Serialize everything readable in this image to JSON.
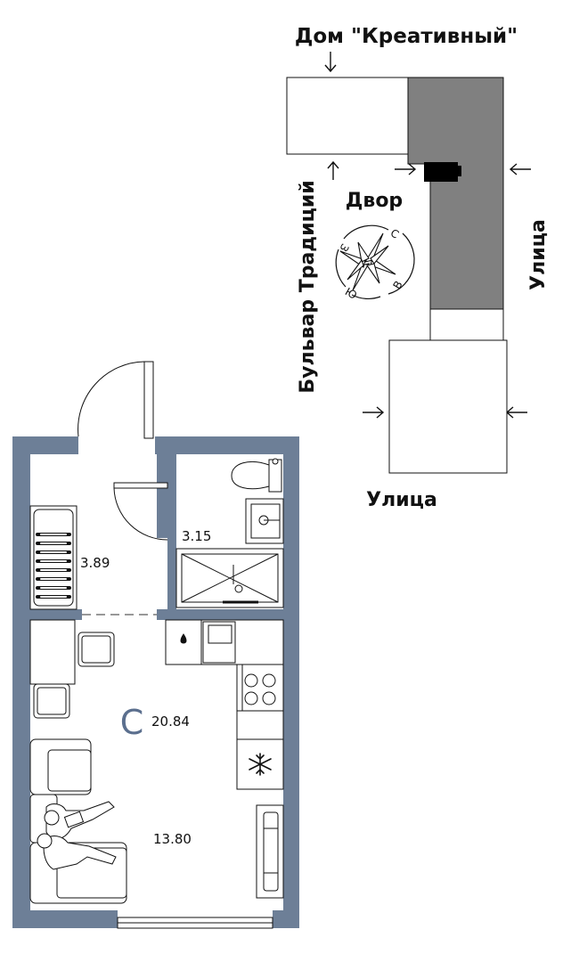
{
  "site_plan": {
    "building_name": "Дом \"Креативный\"",
    "yard": "Двор",
    "boulevard": "Бульвар Традиций",
    "street_right": "Улица",
    "street_bottom": "Улица",
    "compass": {
      "n": "С",
      "s": "Ю",
      "w": "З",
      "e": "В"
    },
    "colors": {
      "highlight_section": "#808080",
      "apartment_marker": "#000000"
    }
  },
  "floor_plan": {
    "rooms": {
      "hallway_area": "3.89",
      "bathroom_area": "3.15",
      "total_area": "20.84",
      "living_area": "13.80"
    },
    "studio_marker": "С",
    "colors": {
      "walls": "#6d7f97",
      "marker": "#5b6f8e"
    }
  }
}
